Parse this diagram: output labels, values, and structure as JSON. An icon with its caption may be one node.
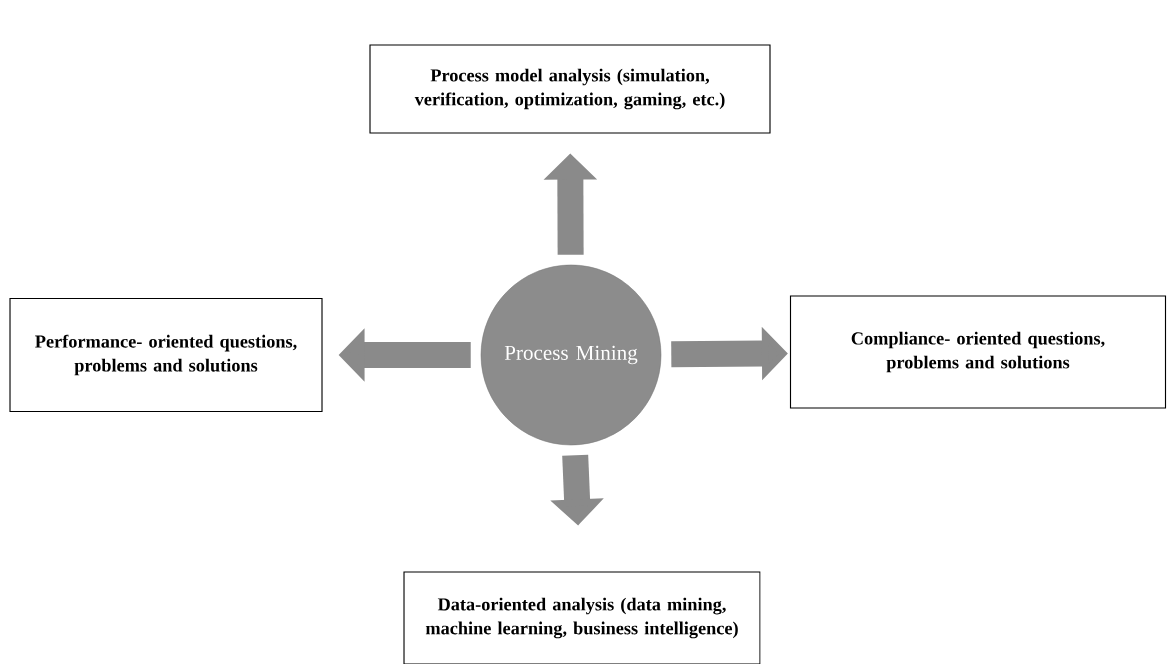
{
  "diagram": {
    "nodes": [
      {
        "text": [
          "Process model analysis (simulation, verification, optimization, gaming, etc.)"
        ]
      },
      {
        "text": [
          "Performance- oriented questions, problems and solutions"
        ]
      },
      {
        "text": [
          "Process Mining"
        ]
      },
      {
        "text": [
          "Compliance- oriented questions, problems and solutions"
        ]
      },
      {
        "text": [
          "Data-oriented analysis (data mining, machine learning, business intelligence)"
        ]
      }
    ],
    "edges": [
      {
        "from": 2,
        "to": 0,
        "arrow": "to"
      },
      {
        "from": 2,
        "to": 1,
        "arrow": "to"
      },
      {
        "from": 2,
        "to": 3,
        "arrow": "to"
      },
      {
        "from": 2,
        "to": 4,
        "arrow": "to"
      }
    ]
  }
}
